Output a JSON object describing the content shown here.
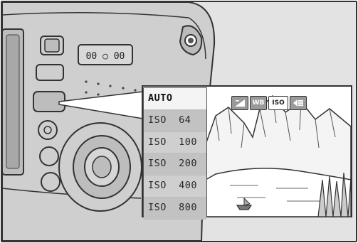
{
  "iso_menu": {
    "items": [
      "AUTO",
      "ISO  64",
      "ISO  100",
      "ISO  200",
      "ISO  400",
      "ISO  800"
    ],
    "selected_index": 0
  },
  "toolbar": {
    "icons": [
      {
        "name": "exposure-compensation-icon",
        "label": "",
        "active": false
      },
      {
        "name": "white-balance-icon",
        "label": "WB",
        "active": false
      },
      {
        "name": "iso-icon",
        "label": "ISO",
        "active": true
      },
      {
        "name": "quality-size-icon",
        "label": "",
        "active": false
      }
    ]
  },
  "camera_labels": {
    "dial": "00 ○ 00"
  }
}
